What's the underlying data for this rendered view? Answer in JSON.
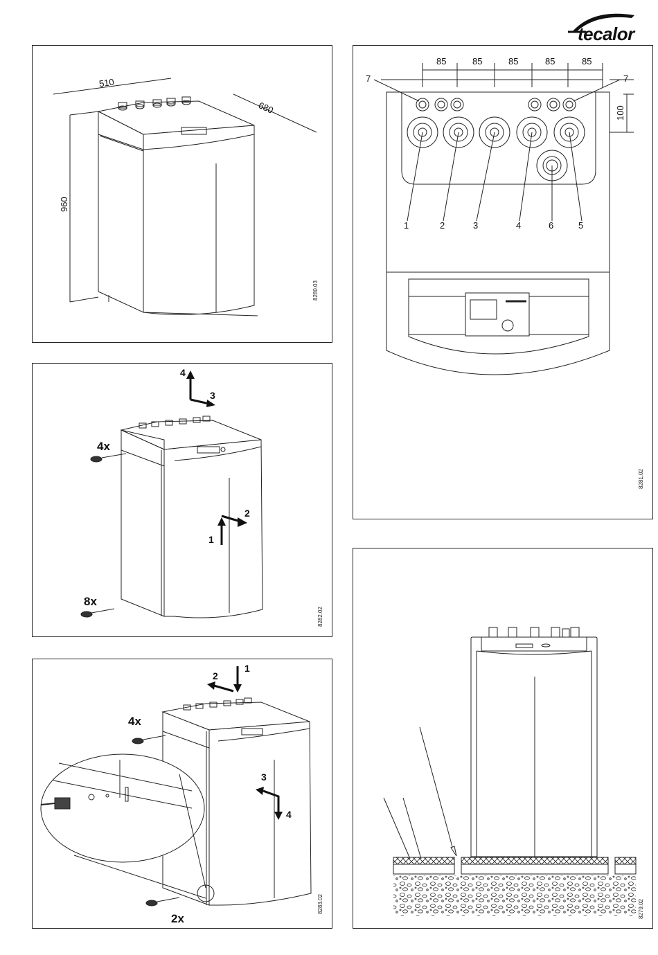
{
  "brand": {
    "name": "tecalor"
  },
  "figures": [
    {
      "code": "8280.03",
      "dimensions": {
        "width": "510",
        "depth": "680",
        "height": "960"
      }
    },
    {
      "code": "8281.02",
      "spacing": [
        "85",
        "85",
        "85",
        "85",
        "85"
      ],
      "offset": "100",
      "ports": [
        "1",
        "2",
        "3",
        "4",
        "6",
        "5"
      ],
      "small_ports": [
        "7",
        "7"
      ]
    },
    {
      "code": "8282.02",
      "steps": [
        "1",
        "2",
        "3",
        "4"
      ],
      "counts": [
        "4x",
        "8x"
      ]
    },
    {
      "code": "8283.02",
      "steps": [
        "1",
        "2",
        "3",
        "4"
      ],
      "counts": [
        "4x",
        "2x"
      ]
    },
    {
      "code": "8279.02"
    }
  ]
}
